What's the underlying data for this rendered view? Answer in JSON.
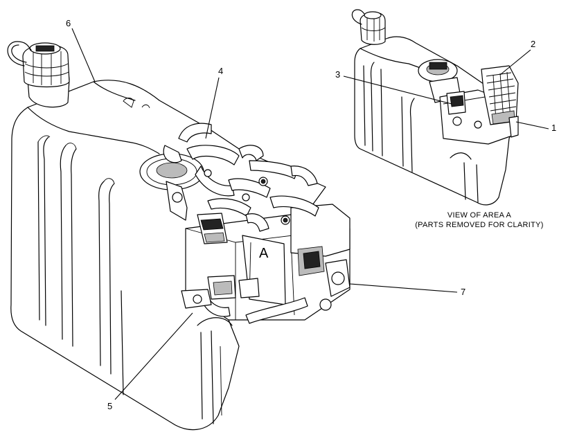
{
  "callouts": [
    {
      "id": "1",
      "label": "1"
    },
    {
      "id": "2",
      "label": "2"
    },
    {
      "id": "3",
      "label": "3"
    },
    {
      "id": "4",
      "label": "4"
    },
    {
      "id": "5",
      "label": "5"
    },
    {
      "id": "6",
      "label": "6"
    },
    {
      "id": "7",
      "label": "7"
    }
  ],
  "area_marker": "A",
  "caption": {
    "line1": "VIEW OF AREA A",
    "line2": "(PARTS REMOVED FOR CLARITY)"
  }
}
